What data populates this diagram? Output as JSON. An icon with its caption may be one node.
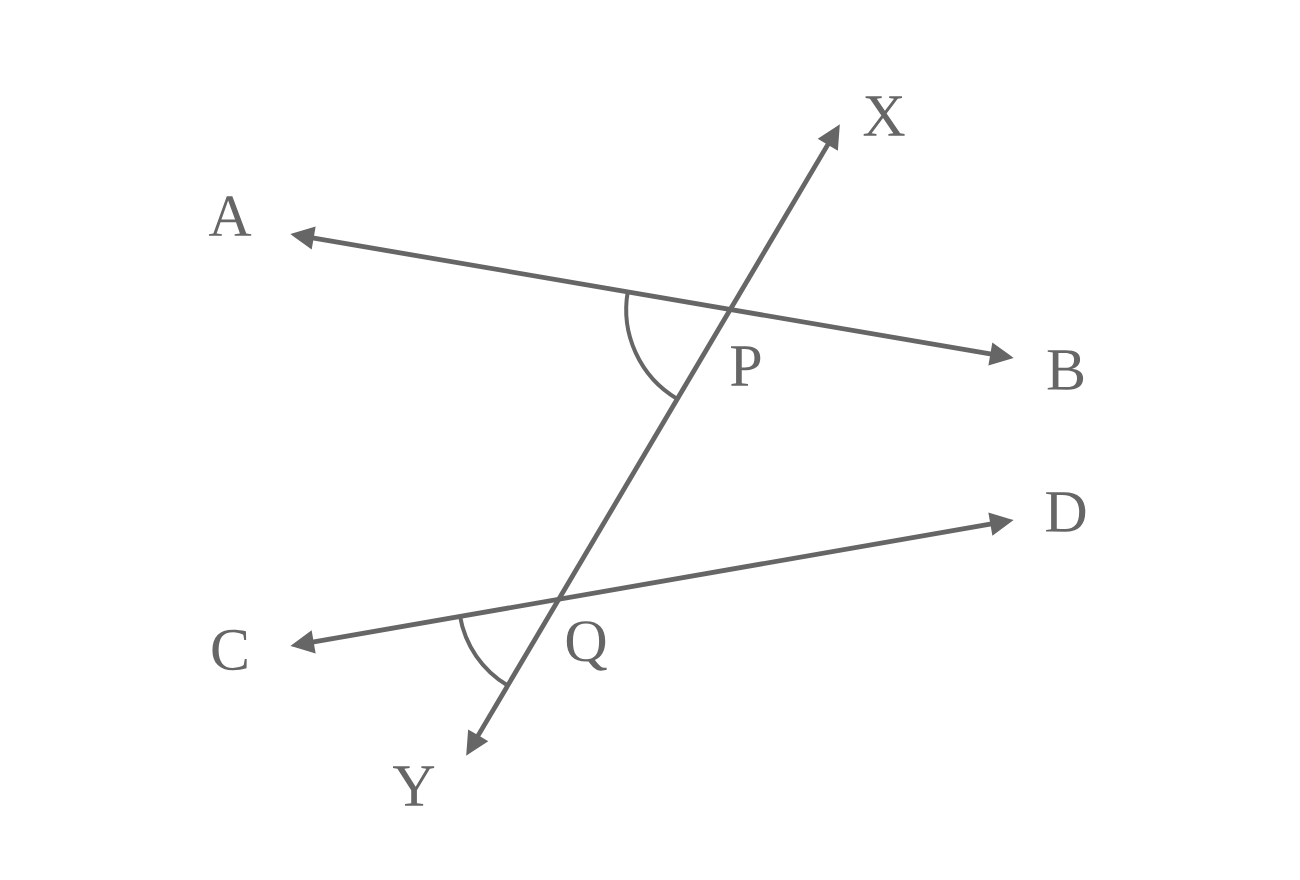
{
  "diagram": {
    "nodes": [
      {
        "text": [
          "A"
        ]
      },
      {
        "text": [
          "B"
        ]
      },
      {
        "text": [
          "C"
        ]
      },
      {
        "text": [
          "D"
        ]
      },
      {
        "text": [
          "X"
        ]
      },
      {
        "text": [
          "Y"
        ]
      }
    ],
    "edges": [
      {
        "from": 0,
        "to": 1,
        "arrow": "both"
      },
      {
        "from": 2,
        "to": 3,
        "arrow": "both"
      },
      {
        "from": 4,
        "to": 5,
        "arrow": "both"
      }
    ],
    "labels": [
      "P",
      "Q"
    ]
  }
}
